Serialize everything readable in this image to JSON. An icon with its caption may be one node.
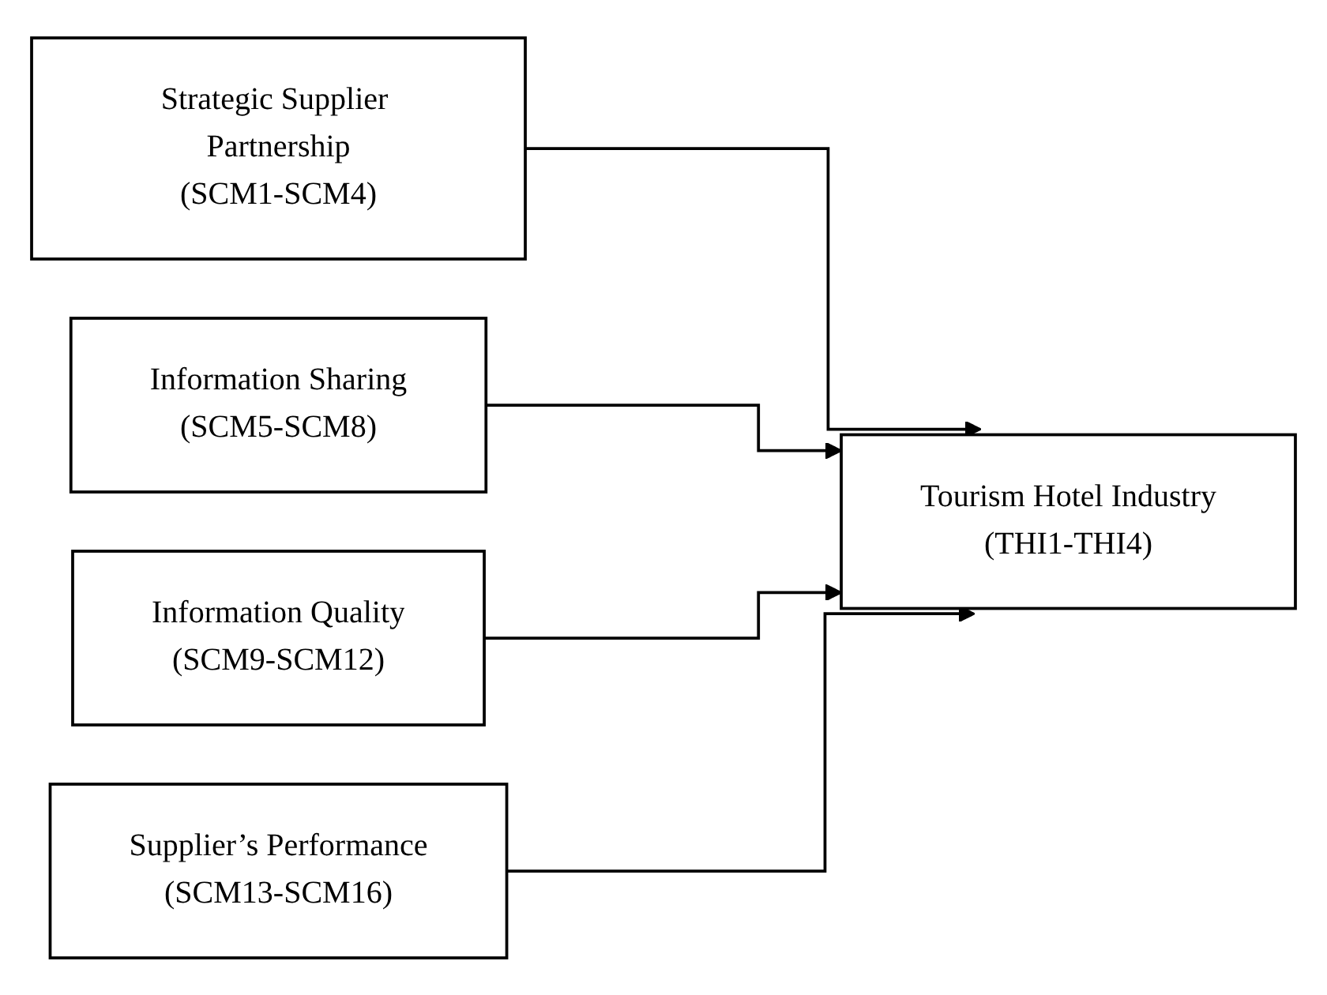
{
  "diagram": {
    "nodes": [
      {
        "text": [
          "Strategic Supplier Partnership",
          "(SCM1-SCM4)"
        ]
      },
      {
        "text": [
          "Information Sharing",
          "(SCM5-SCM8)"
        ]
      },
      {
        "text": [
          "Information Quality",
          "(SCM9-SCM12)"
        ]
      },
      {
        "text": [
          "Supplier’s Performance",
          "(SCM13-SCM16)"
        ]
      },
      {
        "text": [
          "Tourism Hotel Industry",
          "(THI1-THI4)"
        ]
      }
    ],
    "edges": [
      {
        "from": 0,
        "to": 4,
        "arrow": "to"
      },
      {
        "from": 1,
        "to": 4,
        "arrow": "to"
      },
      {
        "from": 2,
        "to": 4,
        "arrow": "to"
      },
      {
        "from": 3,
        "to": 4,
        "arrow": "to"
      }
    ]
  }
}
